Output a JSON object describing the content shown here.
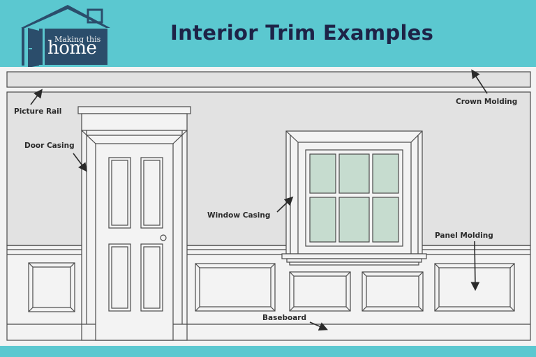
{
  "header": {
    "title": "Interior Trim Examples",
    "logo": {
      "line1": "Making this",
      "line2": "home",
      "icon": "house-with-open-door-icon"
    }
  },
  "colors": {
    "brand_teal": "#5bc8d0",
    "title_navy": "#1e2347",
    "logo_navy": "#2b4d6b",
    "wall_gray": "#e2e2e2",
    "trim_white": "#f3f3f3",
    "glass_green": "#c6dccf",
    "line": "#3a3a3a"
  },
  "labels": {
    "picture_rail": "Picture Rail",
    "crown_molding": "Crown Molding",
    "door_casing": "Door Casing",
    "window_casing": "Window Casing",
    "panel_molding": "Panel Molding",
    "baseboard": "Baseboard"
  }
}
